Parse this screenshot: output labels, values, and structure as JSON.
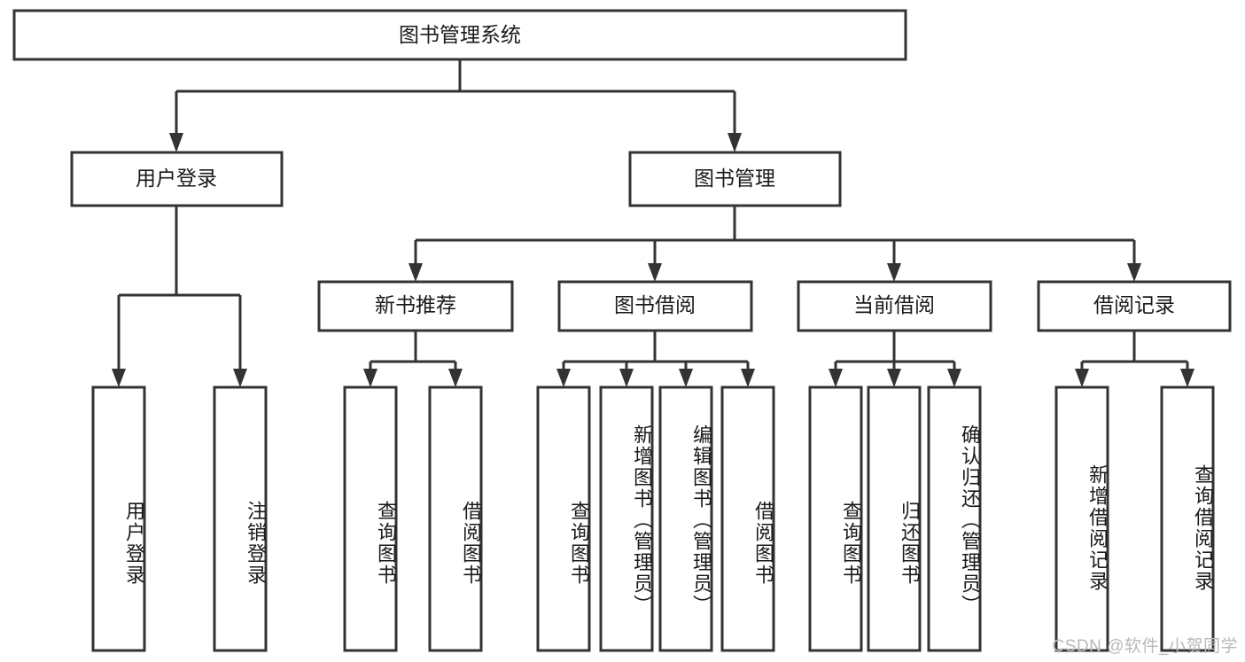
{
  "diagram": {
    "title": "图书管理系统",
    "type": "tree-hierarchy-chart",
    "colors": {
      "box_stroke": "#333333",
      "box_fill": "#ffffff",
      "text": "#1a1a1a",
      "watermark": "#b9b9b9"
    },
    "root": {
      "label": "图书管理系统"
    },
    "level1": [
      {
        "label": "用户登录"
      },
      {
        "label": "图书管理"
      }
    ],
    "level2": [
      {
        "label": "新书推荐"
      },
      {
        "label": "图书借阅"
      },
      {
        "label": "当前借阅"
      },
      {
        "label": "借阅记录"
      }
    ],
    "leaves": {
      "user_login": [
        {
          "label": "用户登录"
        },
        {
          "label": "注销登录"
        }
      ],
      "new_book_recommend": [
        {
          "label": "查询图书"
        },
        {
          "label": "借阅图书"
        }
      ],
      "book_borrow": [
        {
          "label": "查询图书"
        },
        {
          "label": "新增图书（管理员）"
        },
        {
          "label": "编辑图书（管理员）"
        },
        {
          "label": "借阅图书"
        }
      ],
      "current_borrow": [
        {
          "label": "查询图书"
        },
        {
          "label": "归还图书"
        },
        {
          "label": "确认归还（管理员）"
        }
      ],
      "borrow_record": [
        {
          "label": "新增借阅记录"
        },
        {
          "label": "查询借阅记录"
        }
      ]
    },
    "watermark": "CSDN @软件_小贺同学"
  }
}
